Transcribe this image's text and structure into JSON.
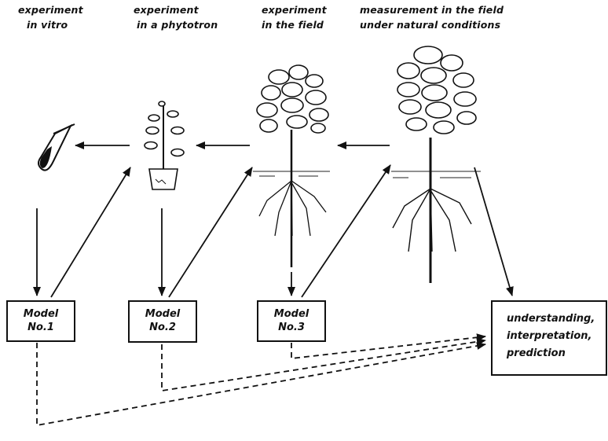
{
  "headers": [
    {
      "line1": "experiment",
      "line2": "in vitro"
    },
    {
      "line1": "experiment",
      "line2": "in a phytotron"
    },
    {
      "line1": "experiment",
      "line2": "in the field"
    },
    {
      "line1": "measurement in the field",
      "line2": "under natural conditions"
    }
  ],
  "models": [
    {
      "line1": "Model",
      "line2": "No.1"
    },
    {
      "line1": "Model",
      "line2": "No.2"
    },
    {
      "line1": "Model",
      "line2": "No.3"
    }
  ],
  "outcome": {
    "line1": "understanding,",
    "line2": "interpretation,",
    "line3": "prediction"
  }
}
